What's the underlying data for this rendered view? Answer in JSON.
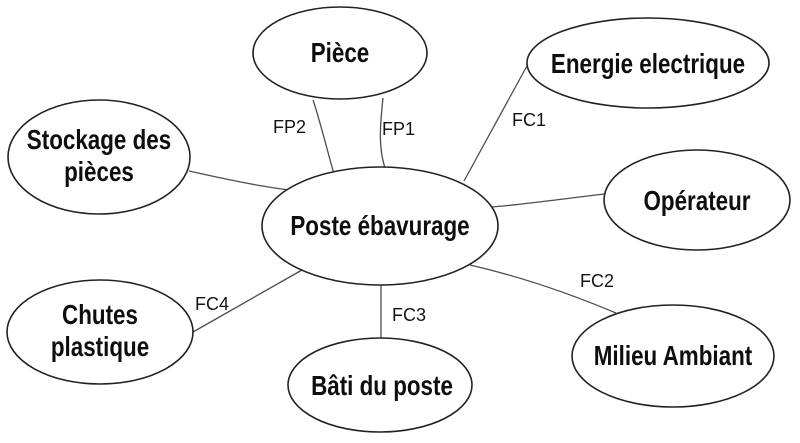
{
  "diagram": {
    "type": "pieuvre-functional-analysis",
    "center": {
      "label": "Poste ébavurage"
    },
    "nodes": [
      {
        "id": "piece",
        "label": "Pièce"
      },
      {
        "id": "energie",
        "label": "Energie electrique"
      },
      {
        "id": "stockage",
        "label": "Stockage des pièces"
      },
      {
        "id": "operateur",
        "label": "Opérateur"
      },
      {
        "id": "milieu",
        "label": "Milieu Ambiant"
      },
      {
        "id": "bati",
        "label": "Bâti du poste"
      },
      {
        "id": "chutes",
        "label": "Chutes plastique"
      }
    ],
    "functions": [
      {
        "id": "fp1",
        "label": "FP1",
        "connects": [
          "Pièce",
          "Opérateur"
        ]
      },
      {
        "id": "fp2",
        "label": "FP2",
        "connects": [
          "Pièce",
          "Stockage des pièces"
        ]
      },
      {
        "id": "fc1",
        "label": "FC1",
        "connects": [
          "Poste ébavurage",
          "Energie electrique"
        ]
      },
      {
        "id": "fc2",
        "label": "FC2",
        "connects": [
          "Poste ébavurage",
          "Milieu Ambiant"
        ]
      },
      {
        "id": "fc3",
        "label": "FC3",
        "connects": [
          "Poste ébavurage",
          "Bâti du poste"
        ]
      },
      {
        "id": "fc4",
        "label": "FC4",
        "connects": [
          "Poste ébavurage",
          "Chutes plastique"
        ]
      }
    ],
    "colors": {
      "background": "#ffffff",
      "ellipse_stroke": "#222222",
      "connector_line": "#4d4d4d",
      "text": "#0e0e0e"
    }
  }
}
